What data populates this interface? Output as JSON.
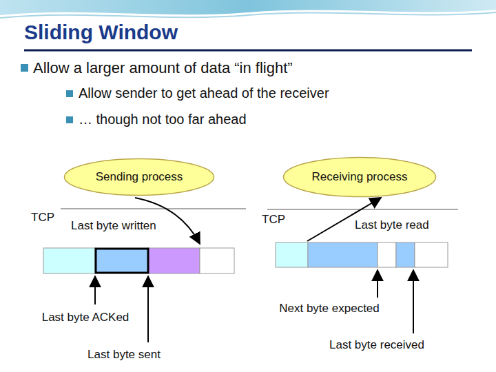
{
  "diagram": {
    "title": "Sliding Window",
    "nodes": [
      {
        "text": [
          "Sending process"
        ]
      },
      {
        "text": [
          "Receiving process"
        ]
      }
    ],
    "labels": [
      "Allow a larger amount of data “in flight”",
      "Allow sender to get ahead of the receiver",
      "… though not too far ahead",
      "TCP",
      "Last byte written",
      "Last byte ACKed",
      "Last byte sent",
      "TCP",
      "Last byte read",
      "Next byte expected",
      "Last byte received"
    ]
  }
}
